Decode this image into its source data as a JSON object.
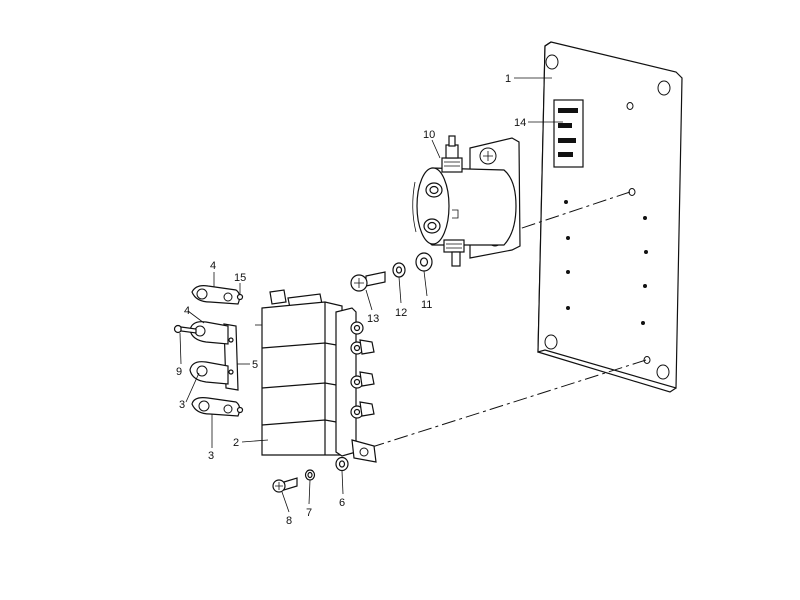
{
  "callouts": {
    "c1": "1",
    "c2": "2",
    "c3a": "3",
    "c3b": "3",
    "c4a": "4",
    "c4b": "4",
    "c5": "5",
    "c6": "6",
    "c7": "7",
    "c8": "8",
    "c9": "9",
    "c10": "10",
    "c11": "11",
    "c12": "12",
    "c13": "13",
    "c14": "14",
    "c15": "15"
  }
}
